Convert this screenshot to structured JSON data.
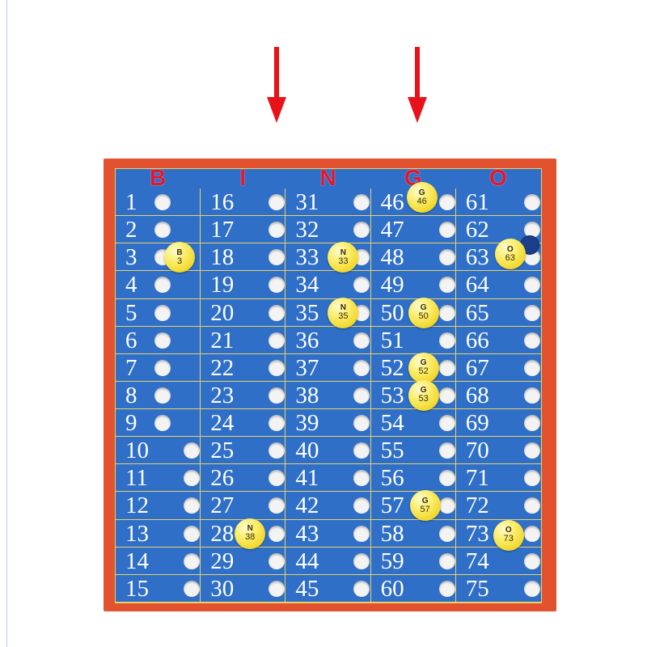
{
  "header": [
    "B",
    "I",
    "N",
    "G",
    "O"
  ],
  "columns": [
    [
      "1",
      "2",
      "3",
      "4",
      "5",
      "6",
      "7",
      "8",
      "9",
      "10",
      "11",
      "12",
      "13",
      "14",
      "15"
    ],
    [
      "16",
      "17",
      "18",
      "19",
      "20",
      "21",
      "22",
      "23",
      "24",
      "25",
      "26",
      "27",
      "28",
      "29",
      "30"
    ],
    [
      "31",
      "32",
      "33",
      "34",
      "35",
      "36",
      "37",
      "38",
      "39",
      "40",
      "41",
      "42",
      "43",
      "44",
      "45"
    ],
    [
      "46",
      "47",
      "48",
      "49",
      "50",
      "51",
      "52",
      "53",
      "54",
      "55",
      "56",
      "57",
      "58",
      "59",
      "60"
    ],
    [
      "61",
      "62",
      "63",
      "64",
      "65",
      "66",
      "67",
      "68",
      "69",
      "70",
      "71",
      "72",
      "73",
      "74",
      "75"
    ]
  ],
  "balls": [
    {
      "letter": "B",
      "number": "3",
      "col": 0,
      "row": 2
    },
    {
      "letter": "N",
      "number": "33",
      "col": 2,
      "row": 2
    },
    {
      "letter": "N",
      "number": "35",
      "col": 2,
      "row": 4
    },
    {
      "letter": "N",
      "number": "38",
      "col": 1,
      "row": 12
    },
    {
      "letter": "G",
      "number": "46",
      "col": 3,
      "row": 0
    },
    {
      "letter": "G",
      "number": "50",
      "col": 3,
      "row": 4
    },
    {
      "letter": "G",
      "number": "52",
      "col": 3,
      "row": 6
    },
    {
      "letter": "G",
      "number": "53",
      "col": 3,
      "row": 7
    },
    {
      "letter": "G",
      "number": "57",
      "col": 3,
      "row": 11
    },
    {
      "letter": "O",
      "number": "63",
      "col": 4,
      "row": 2
    },
    {
      "letter": "O",
      "number": "73",
      "col": 4,
      "row": 12
    }
  ],
  "colors": {
    "board_frame": "#e2522e",
    "board_field": "#2f6fc7",
    "grid_lines": "#e7d36a",
    "header_letters": "#e3162d",
    "arrows": "#e8121b",
    "ball": "#f6e24a"
  },
  "icons": [
    "down-arrow-icon",
    "down-arrow-icon"
  ]
}
